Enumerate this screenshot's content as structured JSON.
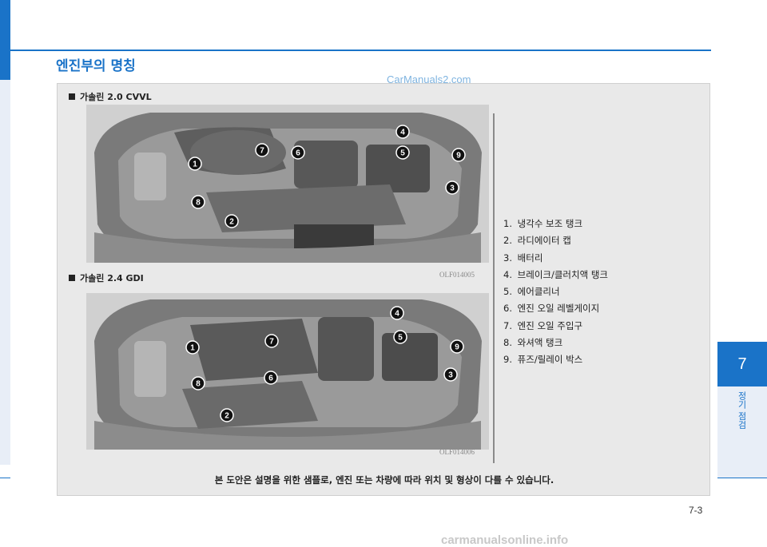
{
  "section_title": "엔진부의 명칭",
  "watermark": "CarManuals2.com",
  "engine1": {
    "label": "가솔린 2.0 CVVL",
    "code": "OLF014005"
  },
  "engine2": {
    "label": "가솔린 2.4 GDI",
    "code": "OLF014006"
  },
  "parts": [
    {
      "num": "1.",
      "name": "냉각수 보조 탱크"
    },
    {
      "num": "2.",
      "name": "라디에이터 캡"
    },
    {
      "num": "3.",
      "name": "배터리"
    },
    {
      "num": "4.",
      "name": "브레이크/클러치액 탱크"
    },
    {
      "num": "5.",
      "name": "에어클리너"
    },
    {
      "num": "6.",
      "name": "엔진 오일 레벨게이지"
    },
    {
      "num": "7.",
      "name": "엔진 오일 주입구"
    },
    {
      "num": "8.",
      "name": "와셔액 탱크"
    },
    {
      "num": "9.",
      "name": "퓨즈/릴레이 박스"
    }
  ],
  "note": "본 도안은 설명을 위한 샘플로, 엔진 또는 차량에 따라 위치 및 형상이 다를 수 있습니다.",
  "chapter": {
    "number": "7",
    "name": "정기 점검"
  },
  "page_number": "7-3",
  "footer_watermark": "carmanualsonline.info",
  "markers1": [
    "1",
    "2",
    "3",
    "4",
    "5",
    "6",
    "7",
    "8",
    "9"
  ],
  "markers2": [
    "1",
    "2",
    "3",
    "4",
    "5",
    "6",
    "7",
    "8",
    "9"
  ]
}
